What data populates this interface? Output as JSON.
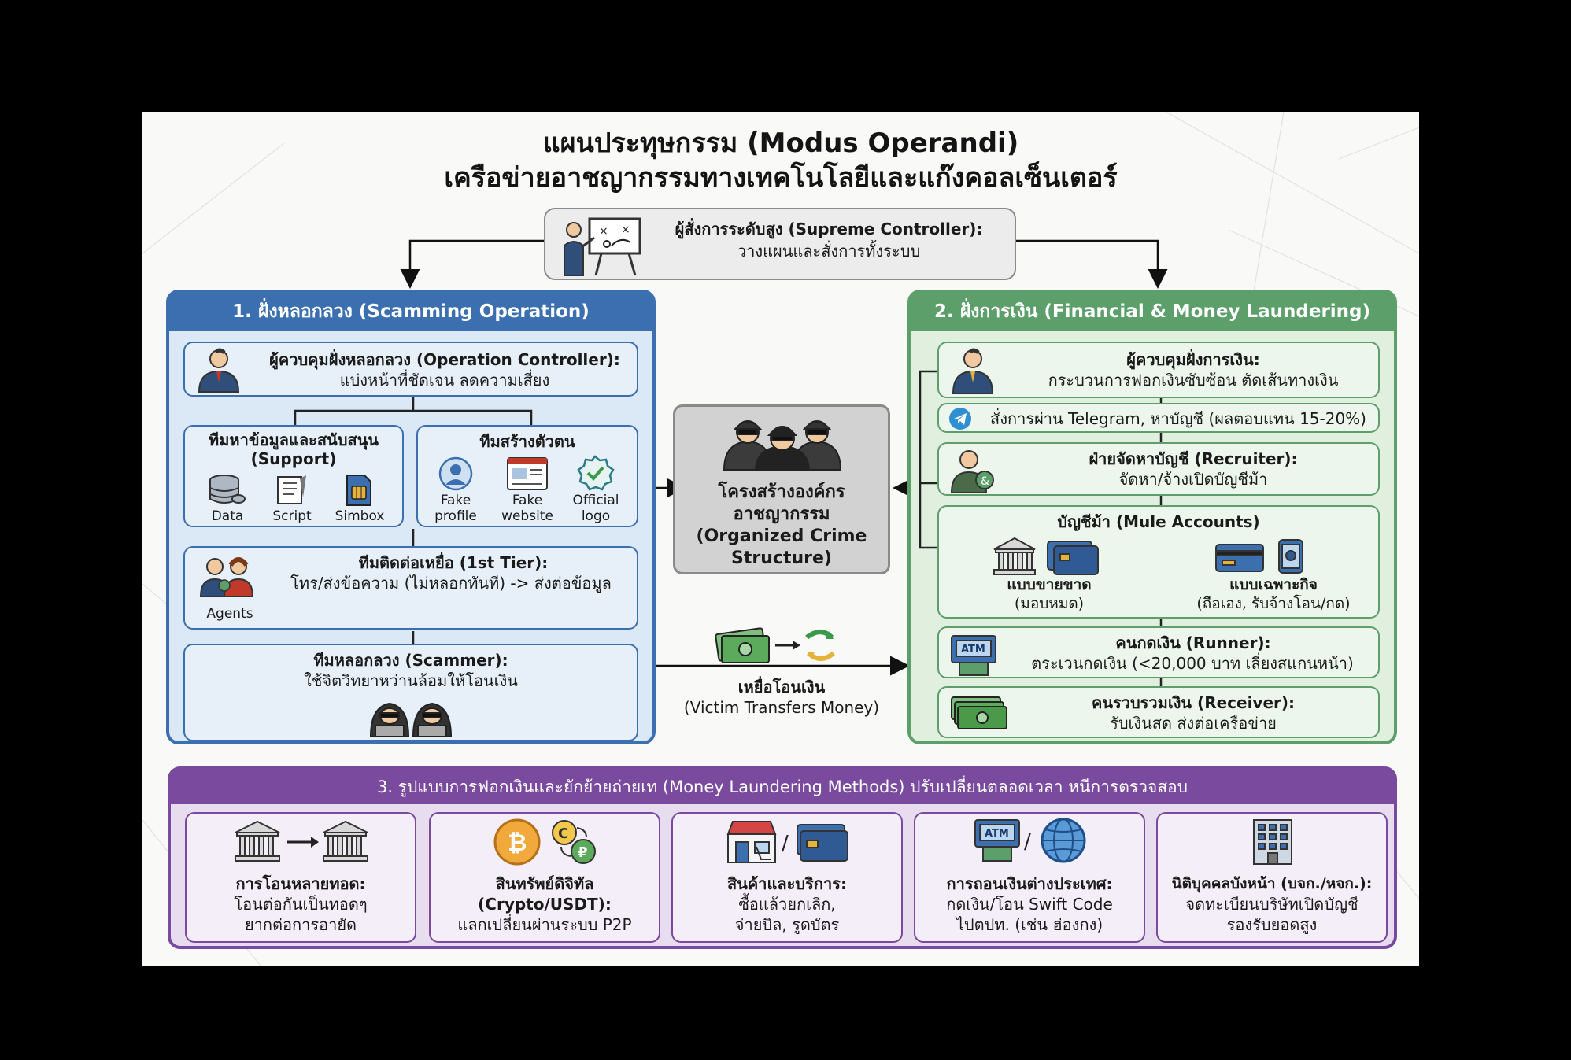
{
  "title": {
    "line1": "แผนประทุษกรรม (Modus Operandi)",
    "line2": "เครือข่ายอาชญากรรมทางเทคโนโลยีและแก๊งคอลเซ็นเตอร์"
  },
  "supreme": {
    "title": "ผู้สั่งการระดับสูง (Supreme Controller):",
    "desc": "วางแผนและสั่งการทั้งระบบ"
  },
  "scam": {
    "header": "1. ฝั่งหลอกลวง (Scamming Operation)",
    "controller": {
      "title": "ผู้ควบคุมฝั่งหลอกลวง (Operation Controller):",
      "desc": "แบ่งหน้าที่ชัดเจน ลดความเสี่ยง"
    },
    "support": {
      "title": "ทีมหาข้อมูลและสนับสนุน",
      "subtitle": "(Support)",
      "items": [
        "Data",
        "Script",
        "Simbox"
      ]
    },
    "identity": {
      "title": "ทีมสร้างตัวตน",
      "items": [
        "Fake\nprofile",
        "Fake\nwebsite",
        "Official\nlogo"
      ]
    },
    "contact": {
      "title": "ทีมติดต่อเหยื่อ (1st Tier):",
      "desc": "โทร/ส่งข้อความ (ไม่หลอกทันที) -> ส่งต่อข้อมูล",
      "agents": "Agents"
    },
    "scammer": {
      "title": "ทีมหลอกลวง (Scammer):",
      "desc": "ใช้จิตวิทยาหว่านล้อมให้โอนเงิน"
    }
  },
  "center": {
    "line1": "โครงสร้างองค์กร",
    "line2": "อาชญากรรม",
    "line3": "(Organized Crime",
    "line4": "Structure)"
  },
  "victim": {
    "title": "เหยื่อโอนเงิน",
    "subtitle": "(Victim Transfers Money)"
  },
  "finance": {
    "header": "2. ฝั่งการเงิน (Financial & Money Laundering)",
    "controller": {
      "title": "ผู้ควบคุมฝั่งการเงิน:",
      "desc": "กระบวนการฟอกเงินซับซ้อน ตัดเส้นทางเงิน"
    },
    "telegram": "สั่งการผ่าน Telegram, หาบัญชี (ผลตอบแทน 15-20%)",
    "recruiter": {
      "title": "ฝ่ายจัดหาบัญชี (Recruiter):",
      "desc": "จัดหา/จ้างเปิดบัญชีม้า"
    },
    "mule": {
      "title": "บัญชีม้า (Mule Accounts)",
      "left_title": "แบบขายขาด",
      "left_desc": "(มอบหมด)",
      "right_title": "แบบเฉพาะกิจ",
      "right_desc": "(ถือเอง, รับจ้างโอน/กด)"
    },
    "runner": {
      "title": "คนกดเงิน (Runner):",
      "desc": "ตระเวนกดเงิน (<20,000 บาท เลี่ยงสแกนหน้า)"
    },
    "receiver": {
      "title": "คนรวบรวมเงิน (Receiver):",
      "desc": "รับเงินสด ส่งต่อเครือข่าย"
    }
  },
  "methods": {
    "header": "3. รูปแบบการฟอกเงินและยักย้ายถ่ายเท (Money Laundering Methods) ปรับเปลี่ยนตลอดเวลา หนีการตรวจสอบ",
    "items": [
      {
        "title": "การโอนหลายทอด:",
        "l1": "โอนต่อกันเป็นทอดๆ",
        "l2": "ยากต่อการอายัด"
      },
      {
        "title": "สินทรัพย์ดิจิทัล",
        "title2": "(Crypto/USDT):",
        "l1": "แลกเปลี่ยนผ่านระบบ P2P"
      },
      {
        "title": "สินค้าและบริการ:",
        "l1": "ซื้อแล้วยกเลิก,",
        "l2": "จ่ายบิล, รูดบัตร"
      },
      {
        "title": "การถอนเงินต่างประเทศ:",
        "l1": "กดเงิน/โอน Swift Code",
        "l2": "ไปตปท. (เช่น ฮ่องกง)"
      },
      {
        "title": "นิติบุคคลบังหน้า (บจก./หจก.):",
        "l1": "จดทะเบียนบริษัทเปิดบัญชี",
        "l2": "รองรับยอดสูง"
      }
    ]
  },
  "icon_labels": {
    "atm": "ATM"
  },
  "colors": {
    "scam": "#3b6fb0",
    "finance": "#5c9f6a",
    "methods": "#7a4a9e"
  }
}
